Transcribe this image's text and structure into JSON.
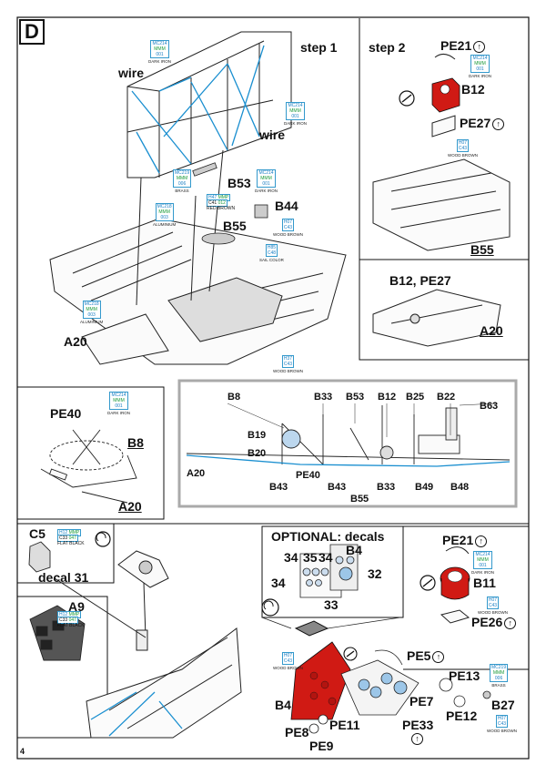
{
  "page": {
    "letter": "D",
    "number": "4"
  },
  "step1": {
    "title": "step 1",
    "labels": {
      "wire1": "wire",
      "wire2": "wire",
      "b53": "B53",
      "b44": "B44",
      "b55": "B55",
      "a20": "A20"
    },
    "paints": {
      "p1": [
        "MC214",
        "MMM",
        "001",
        "DARK IRON"
      ],
      "p2": [
        "MC214",
        "MMM",
        "001",
        "DARK IRON"
      ],
      "p3": [
        "MC219",
        "MMM",
        "006",
        "BRASS"
      ],
      "p4": [
        "MC214",
        "MMM",
        "001",
        "DARK IRON"
      ],
      "p5": [
        "MC218",
        "MMM",
        "003",
        "ALUMINIUM"
      ],
      "p6": [
        "H07",
        "C43",
        "WOOD BROWN"
      ],
      "p7": [
        "H85",
        "C48",
        "SAIL COLOR"
      ],
      "p8": [
        "MC218",
        "MMM",
        "003",
        "ALUMINIUM"
      ],
      "p9": [
        "H37",
        "C43",
        "WOOD BROWN"
      ],
      "red": [
        "H47",
        "MMP",
        "C41",
        "012",
        "RED BROWN"
      ]
    }
  },
  "step2": {
    "title": "step 2",
    "labels": {
      "pe21": "PE21",
      "b12": "B12",
      "pe27": "PE27",
      "b55": "B55",
      "b12pe27": "B12, PE27",
      "a20": "A20"
    },
    "paints": {
      "p1": [
        "MC214",
        "MMM",
        "001",
        "DARK IRON"
      ],
      "p2": [
        "H07",
        "C43",
        "WOOD BROWN"
      ]
    }
  },
  "pe40panel": {
    "labels": {
      "pe40": "PE40",
      "b8": "B8",
      "a20": "A20"
    },
    "paint": [
      "MC214",
      "MMM",
      "001",
      "DARK IRON"
    ]
  },
  "assembly": {
    "labels": {
      "top": [
        "B8",
        "B33",
        "B53",
        "B12",
        "B25",
        "B22",
        "B63"
      ],
      "b19": "B19",
      "b20": "B20",
      "a20": "A20",
      "bottom": [
        "B43",
        "PE40",
        "B43",
        "B33",
        "B49",
        "B48"
      ],
      "b55": "B55"
    }
  },
  "c5panel": {
    "labels": {
      "c5": "C5",
      "decal": "decal 31"
    },
    "paint": [
      "H12",
      "C33",
      "MMP",
      "047",
      "FLAT BLACK"
    ]
  },
  "a9": {
    "label": "A9",
    "paint": [
      "H12",
      "C33",
      "MMP",
      "047",
      "FLAT BLACK"
    ]
  },
  "optional": {
    "title": "OPTIONAL: decals",
    "numbers": {
      "n34a": "34",
      "n35": "35",
      "n34b": "34",
      "n34c": "34",
      "b4": "B4",
      "n32": "32",
      "n33": "33"
    }
  },
  "b11panel": {
    "labels": {
      "pe21": "PE21",
      "b11": "B11",
      "pe26": "PE26"
    },
    "paints": {
      "p1": [
        "MC214",
        "MMM",
        "001",
        "DARK IRON"
      ],
      "p2": [
        "H07",
        "C43",
        "WOOD BROWN"
      ]
    }
  },
  "bottom": {
    "labels": {
      "b4": "B4",
      "pe5": "PE5",
      "pe13": "PE13",
      "pe7": "PE7",
      "b27": "B27",
      "pe12": "PE12",
      "pe33": "PE33",
      "pe8": "PE8",
      "pe11": "PE11",
      "pe9": "PE9"
    },
    "paints": {
      "p1": [
        "H07",
        "C43",
        "WOOD BROWN"
      ],
      "p2": [
        "MC219",
        "MMM",
        "006",
        "BRASS"
      ],
      "p3": [
        "H07",
        "C43",
        "WOOD BROWN"
      ]
    }
  }
}
